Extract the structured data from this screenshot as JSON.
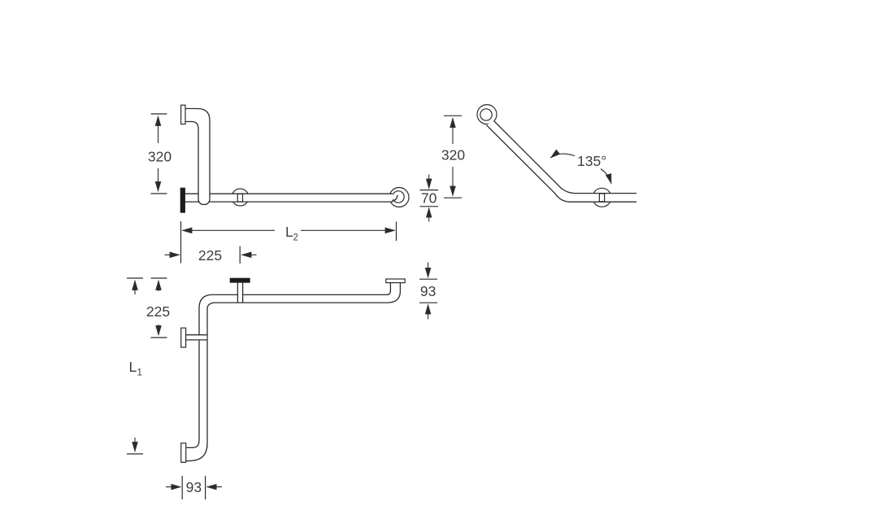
{
  "diagram": {
    "background": "#ffffff",
    "line_color": "#2b2b2b",
    "text_color": "#3d3d3d",
    "front_view": {
      "height": "320",
      "length": {
        "base": "L",
        "sub": "2"
      },
      "wall_to_support": "225",
      "rosette_diameter": "70"
    },
    "angle_view": {
      "height": "320",
      "angle": "135°"
    },
    "side_view": {
      "upper_offset": "225",
      "length": {
        "base": "L",
        "sub": "1"
      },
      "end_clearance": "93",
      "wall_clearance": "93"
    }
  }
}
